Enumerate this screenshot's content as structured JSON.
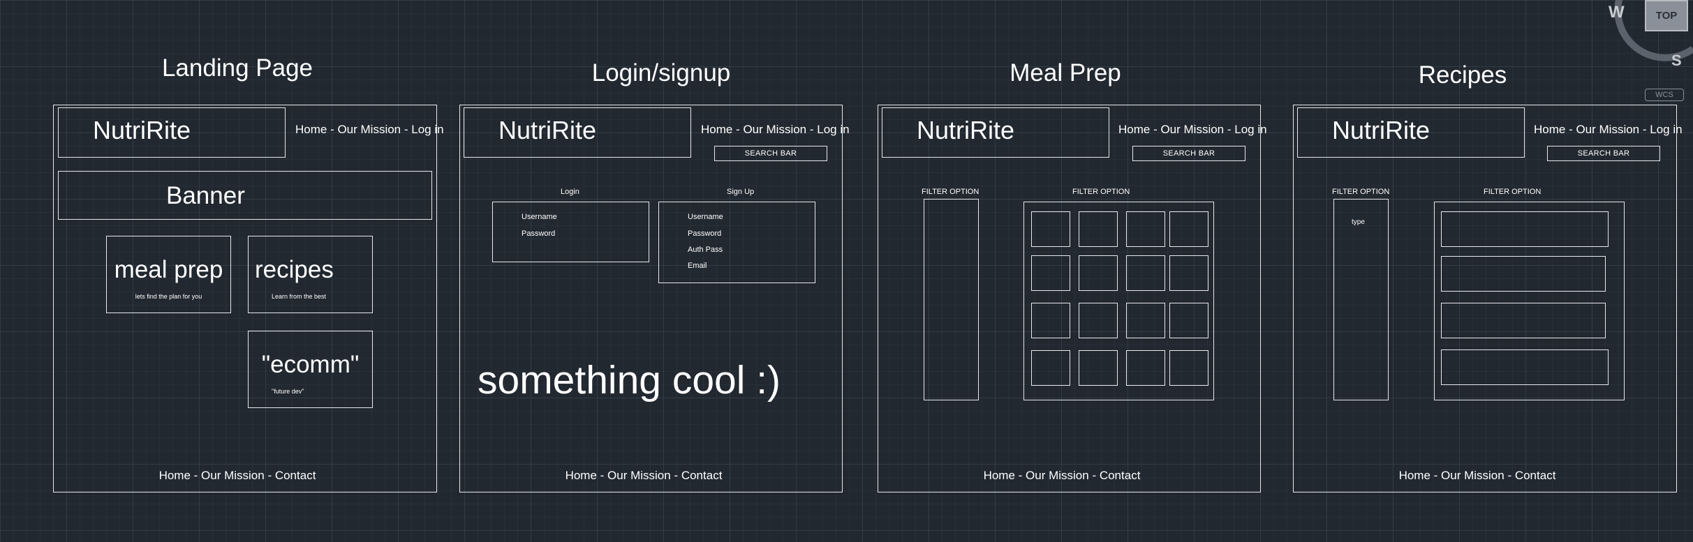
{
  "pages": {
    "landing": {
      "title": "Landing Page",
      "brand": "NutriRite",
      "nav": "Home - Our Mission - Log in",
      "banner": "Banner",
      "meal_prep": {
        "title": "meal prep",
        "subtitle": "lets find the plan for you"
      },
      "recipes": {
        "title": "recipes",
        "subtitle": "Learn from the best"
      },
      "ecomm": {
        "title": "\"ecomm\"",
        "subtitle": "\"future dev\""
      },
      "footer": "Home - Our Mission - Contact"
    },
    "login": {
      "title": "Login/signup",
      "brand": "NutriRite",
      "nav": "Home - Our Mission - Log in",
      "search": "SEARCH BAR",
      "login_label": "Login",
      "login_fields": [
        "Username",
        "Password"
      ],
      "signup_label": "Sign Up",
      "signup_fields": [
        "Username",
        "Password",
        "Auth Pass",
        "Email"
      ],
      "cool": "something cool :)",
      "footer": "Home - Our Mission - Contact"
    },
    "mealprep": {
      "title": "Meal Prep",
      "brand": "NutriRite",
      "nav": "Home - Our Mission - Log in",
      "search": "SEARCH BAR",
      "filter_left": "FILTER OPTION",
      "filter_grid": "FILTER OPTION",
      "footer": "Home - Our Mission - Contact"
    },
    "recipes": {
      "title": "Recipes",
      "brand": "NutriRite",
      "nav": "Home - Our Mission - Log in",
      "search": "SEARCH BAR",
      "filter_left": "FILTER OPTION",
      "filter_type": "type",
      "filter_list": "FILTER OPTION",
      "footer": "Home - Our Mission - Contact"
    }
  },
  "viewcube": {
    "top": "TOP",
    "west": "W",
    "south": "S",
    "wcs": "WCS"
  }
}
